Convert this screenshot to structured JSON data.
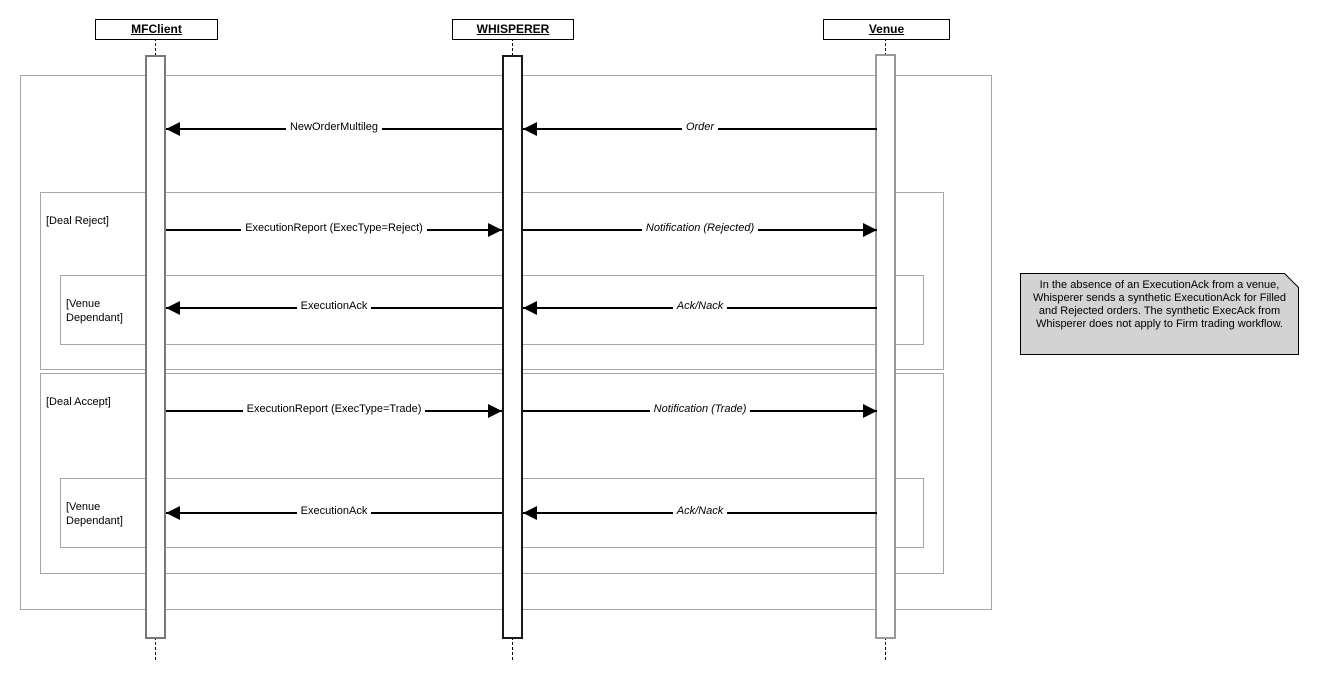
{
  "actors": [
    {
      "name": "MFClient"
    },
    {
      "name": "WHISPERER"
    },
    {
      "name": "Venue"
    }
  ],
  "frames": {
    "loop": {
      "operator": "loop",
      "guard": ""
    },
    "opt_deal_reject": {
      "operator": "opt",
      "guard": "[Deal Reject]"
    },
    "opt_venue_dependant_1": {
      "operator": "opt",
      "guard": "[Venue Dependant]"
    },
    "opt_deal_accept": {
      "operator": "opt",
      "guard": "[Deal Accept]"
    },
    "opt_venue_dependant_2": {
      "operator": "opt",
      "guard": "[Venue Dependant]"
    }
  },
  "messages": [
    {
      "label": "Order",
      "from": "Venue",
      "to": "WHISPERER",
      "style": "italic"
    },
    {
      "label": "NewOrderMultileg",
      "from": "WHISPERER",
      "to": "MFClient",
      "style": "plain"
    },
    {
      "label": "ExecutionReport (ExecType=Reject)",
      "from": "MFClient",
      "to": "WHISPERER",
      "style": "plain"
    },
    {
      "label": "Notification (Rejected)",
      "from": "WHISPERER",
      "to": "Venue",
      "style": "italic"
    },
    {
      "label": "ExecutionAck",
      "from": "WHISPERER",
      "to": "MFClient",
      "style": "plain"
    },
    {
      "label": "Ack/Nack",
      "from": "Venue",
      "to": "WHISPERER",
      "style": "italic"
    },
    {
      "label": "ExecutionReport (ExecType=Trade)",
      "from": "MFClient",
      "to": "WHISPERER",
      "style": "plain"
    },
    {
      "label": "Notification (Trade)",
      "from": "WHISPERER",
      "to": "Venue",
      "style": "italic"
    },
    {
      "label": "ExecutionAck",
      "from": "WHISPERER",
      "to": "MFClient",
      "style": "plain"
    },
    {
      "label": "Ack/Nack",
      "from": "Venue",
      "to": "WHISPERER",
      "style": "italic"
    }
  ],
  "note": {
    "text": "In the absence of an ExecutionAck from a venue, Whisperer sends a synthetic ExecutionAck for Filled and Rejected orders. The synthetic ExecAck from Whisperer does not apply to Firm trading workflow."
  }
}
